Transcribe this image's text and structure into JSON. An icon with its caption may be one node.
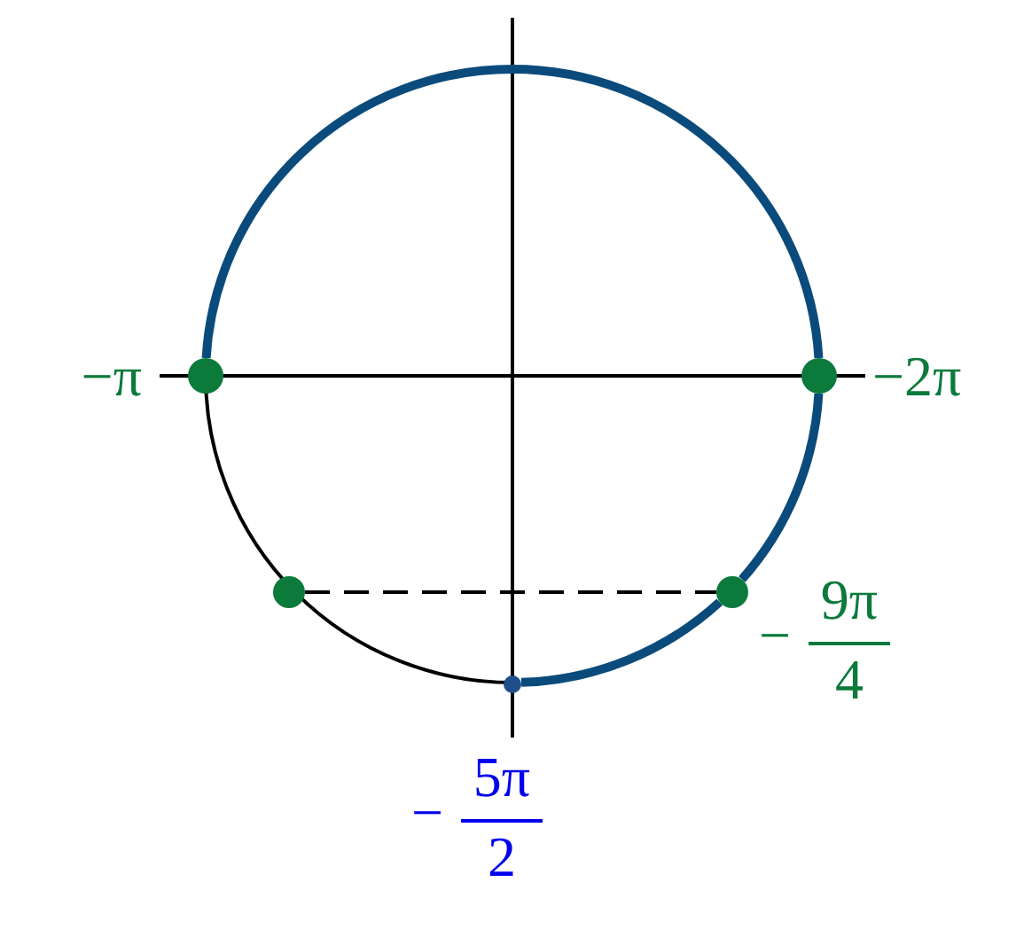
{
  "diagram": {
    "nodes": [
      {
        "text": [],
        "shape": "circle",
        "beside": [
          "−π"
        ]
      },
      {
        "text": [],
        "shape": "circle",
        "beside": [
          "−2π"
        ]
      },
      {
        "text": [],
        "shape": "circle"
      },
      {
        "text": [],
        "shape": "circle",
        "beside": [
          "−",
          "9π",
          "4"
        ]
      },
      {
        "text": [],
        "shape": "circle",
        "beside": [
          "−",
          "5π",
          "2"
        ]
      }
    ],
    "edges": [
      {
        "from": 2,
        "to": 3,
        "arrow": "none",
        "style": "dashed",
        "color": "#000000"
      },
      {
        "from": 0,
        "to": 1,
        "arrow": "none"
      },
      {
        "from": 1,
        "to": 3,
        "arrow": "none"
      },
      {
        "from": 3,
        "to": 4,
        "arrow": "none"
      }
    ]
  }
}
